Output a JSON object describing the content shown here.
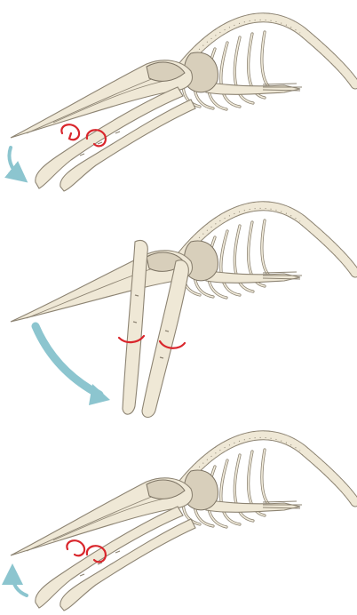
{
  "figure": {
    "panels": [
      {
        "id": "closed",
        "mouth": "closed"
      },
      {
        "id": "open",
        "mouth": "open"
      },
      {
        "id": "closing",
        "mouth": "closing"
      }
    ],
    "colors": {
      "bone": "#efe8d6",
      "outline": "#8d8473",
      "rotation_arc": "#d9262c",
      "motion_arrow": "#8cc5cf"
    },
    "icons": [
      "rotation-arc-icon",
      "motion-arrow-icon"
    ]
  }
}
